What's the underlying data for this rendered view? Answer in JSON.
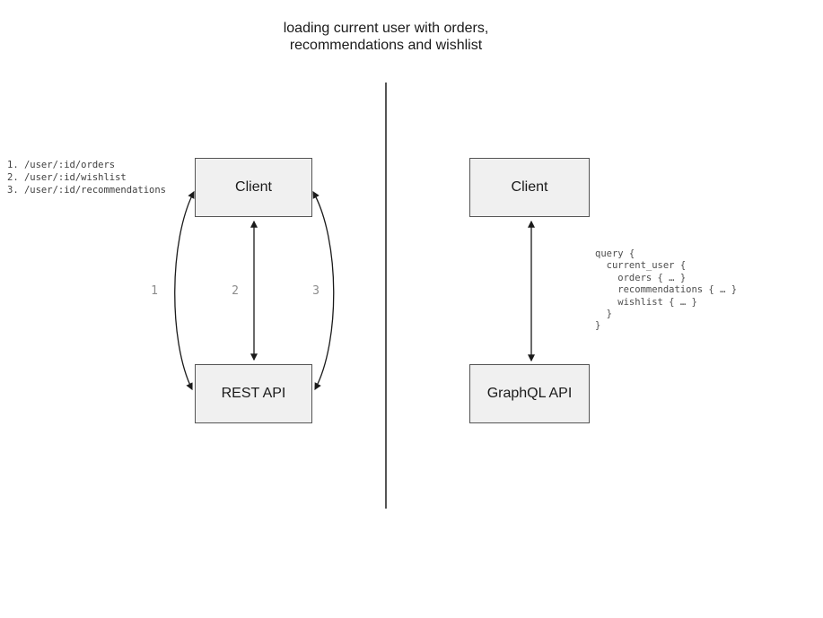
{
  "title": {
    "line1": "loading current user with orders,",
    "line2": "recommendations and wishlist"
  },
  "left_panel": {
    "endpoints": [
      "1. /user/:id/orders",
      "2. /user/:id/wishlist",
      "3. /user/:id/recommendations"
    ],
    "client_box_label": "Client",
    "api_box_label": "REST API",
    "arrow_labels": [
      "1",
      "2",
      "3"
    ]
  },
  "right_panel": {
    "client_box_label": "Client",
    "api_box_label": "GraphQL API",
    "query_lines": [
      "query {",
      "  current_user {",
      "    orders { … }",
      "    recommendations { … }",
      "    wishlist { … }",
      "  }",
      "}"
    ]
  },
  "colors": {
    "background": "#ffffff",
    "box_fill": "#f0f0f0",
    "box_border": "#545454",
    "arrow": "#1a1a1a",
    "code_text": "#4d4d4d",
    "arrow_label": "#8c8c8c",
    "divider": "#555555"
  }
}
